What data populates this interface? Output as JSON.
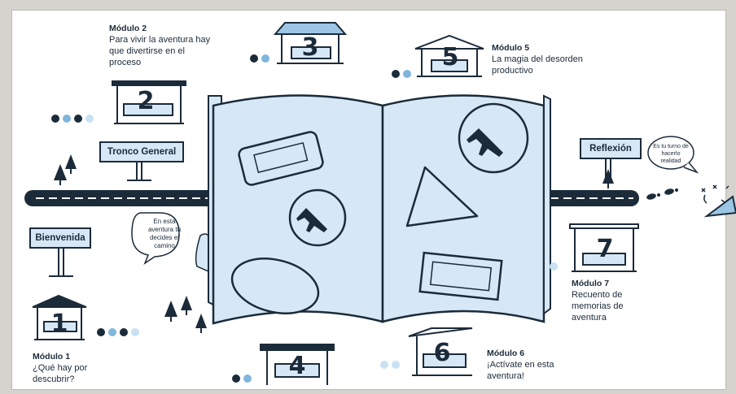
{
  "colors": {
    "navy": "#1c2b3a",
    "light_blue": "#d6e7f5",
    "mid_blue": "#9cc6e4",
    "dot_navy": "#1c2b3a",
    "dot_blue": "#7fb6dc",
    "dot_light": "#c9e2f3"
  },
  "signs": {
    "bienvenida": "Bienvenida",
    "tronco": "Tronco General",
    "reflexion": "Reflexión"
  },
  "bubbles": {
    "left": "En esta aventura tú decides el camino",
    "right": "Es tu turno de hacerlo realidad"
  },
  "modules": [
    {
      "num": "1",
      "title": "Módulo 1",
      "text": "¿Qué hay por descubrir?"
    },
    {
      "num": "2",
      "title": "Módulo 2",
      "text": "Para vivir la aventura hay que divertirse en el proceso"
    },
    {
      "num": "3",
      "title": "",
      "text": ""
    },
    {
      "num": "4",
      "title": "",
      "text": ""
    },
    {
      "num": "5",
      "title": "Módulo 5",
      "text": "La magia del desorden productivo"
    },
    {
      "num": "6",
      "title": "Módulo 6",
      "text": "¡Actívate en esta aventura!"
    },
    {
      "num": "7",
      "title": "Módulo 7",
      "text": "Recuento de memorias de aventura"
    }
  ],
  "icons": [
    "airplane-icon",
    "ticket-icon",
    "triangle-shape-icon",
    "oval-shape-icon",
    "footprints-icon",
    "party-horn-icon",
    "pine-tree-icon",
    "hand-icon"
  ]
}
